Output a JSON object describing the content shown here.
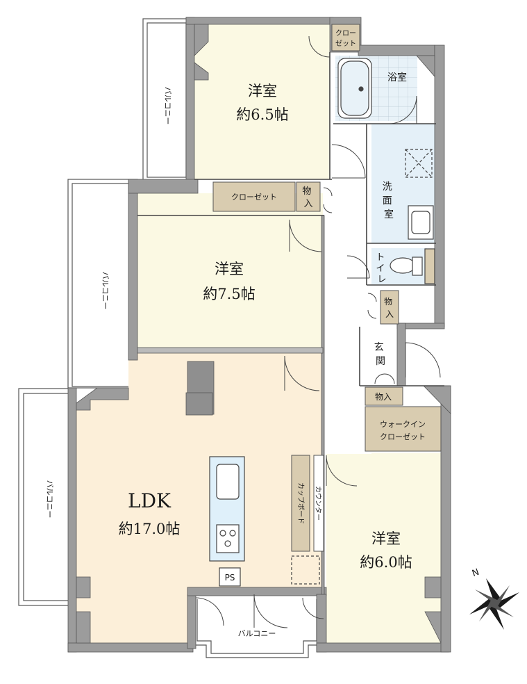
{
  "rooms": {
    "bedroom_north": {
      "name": "洋室",
      "size": "約6.5帖"
    },
    "bedroom_middle": {
      "name": "洋室",
      "size": "約7.5帖"
    },
    "ldk": {
      "name": "LDK",
      "size": "約17.0帖"
    },
    "bedroom_south": {
      "name": "洋室",
      "size": "約6.0帖"
    }
  },
  "labels": {
    "bath": "浴室",
    "closet_small_1": "クロー",
    "closet_small_2": "ゼット",
    "closet": "クローゼット",
    "storage": "物入",
    "washroom": "洗面室",
    "toilet": "トイレ",
    "entrance": "玄関",
    "walkin_1": "ウォークイン",
    "walkin_2": "クローゼット",
    "cupboard": "カップボード",
    "counter": "カウンター",
    "ps": "PS",
    "balcony": "バルコニー",
    "compass": "N"
  },
  "colors": {
    "wall": "#9c9c9c",
    "bedroom": "#fbf9e3",
    "ldk": "#fcefd9",
    "wet": "#e4f0f8",
    "storage": "#d9ccb0",
    "kitchen": "#dff0fa"
  }
}
